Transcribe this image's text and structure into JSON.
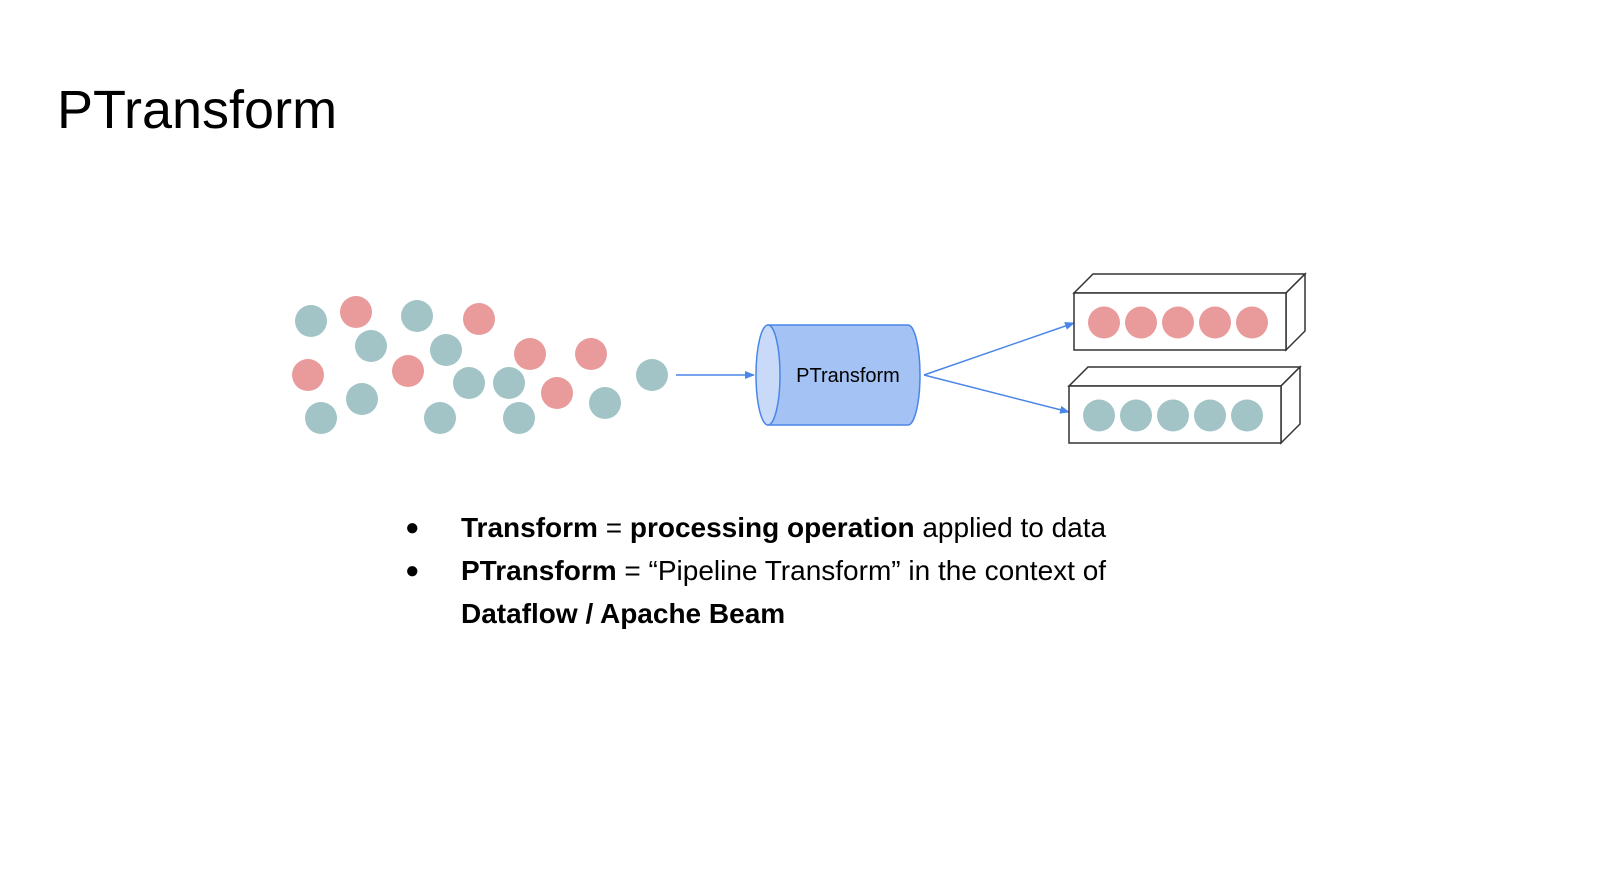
{
  "slide": {
    "title": "PTransform"
  },
  "diagram": {
    "transform_label": "PTransform",
    "colors": {
      "red_element": "#e99b9c",
      "teal_element": "#a2c4c6",
      "cylinder_fill": "#a4c2f4",
      "cylinder_cap": "#c9daf8",
      "cylinder_stroke": "#4a86e8",
      "arrow": "#4a86e8",
      "box_stroke": "#333333"
    },
    "input_elements": [
      {
        "color": "teal"
      },
      {
        "color": "red"
      },
      {
        "color": "teal"
      },
      {
        "color": "red"
      },
      {
        "color": "teal"
      },
      {
        "color": "teal"
      },
      {
        "color": "red"
      },
      {
        "color": "red"
      },
      {
        "color": "red"
      },
      {
        "color": "red"
      },
      {
        "color": "teal"
      },
      {
        "color": "teal"
      },
      {
        "color": "red"
      },
      {
        "color": "teal"
      },
      {
        "color": "teal"
      },
      {
        "color": "teal"
      },
      {
        "color": "teal"
      },
      {
        "color": "teal"
      }
    ],
    "outputs": [
      {
        "color": "red",
        "count": 5
      },
      {
        "color": "teal",
        "count": 5
      }
    ]
  },
  "bullets": [
    {
      "parts": [
        {
          "text": "Transform",
          "bold": true
        },
        {
          "text": " = ",
          "bold": false
        },
        {
          "text": "processing operation",
          "bold": true
        },
        {
          "text": " applied to data",
          "bold": false
        }
      ]
    },
    {
      "parts": [
        {
          "text": "PTransform",
          "bold": true
        },
        {
          "text": " = “Pipeline Transform” in the context of ",
          "bold": false
        },
        {
          "text": "Dataflow / Apache Beam",
          "bold": true
        }
      ]
    }
  ]
}
